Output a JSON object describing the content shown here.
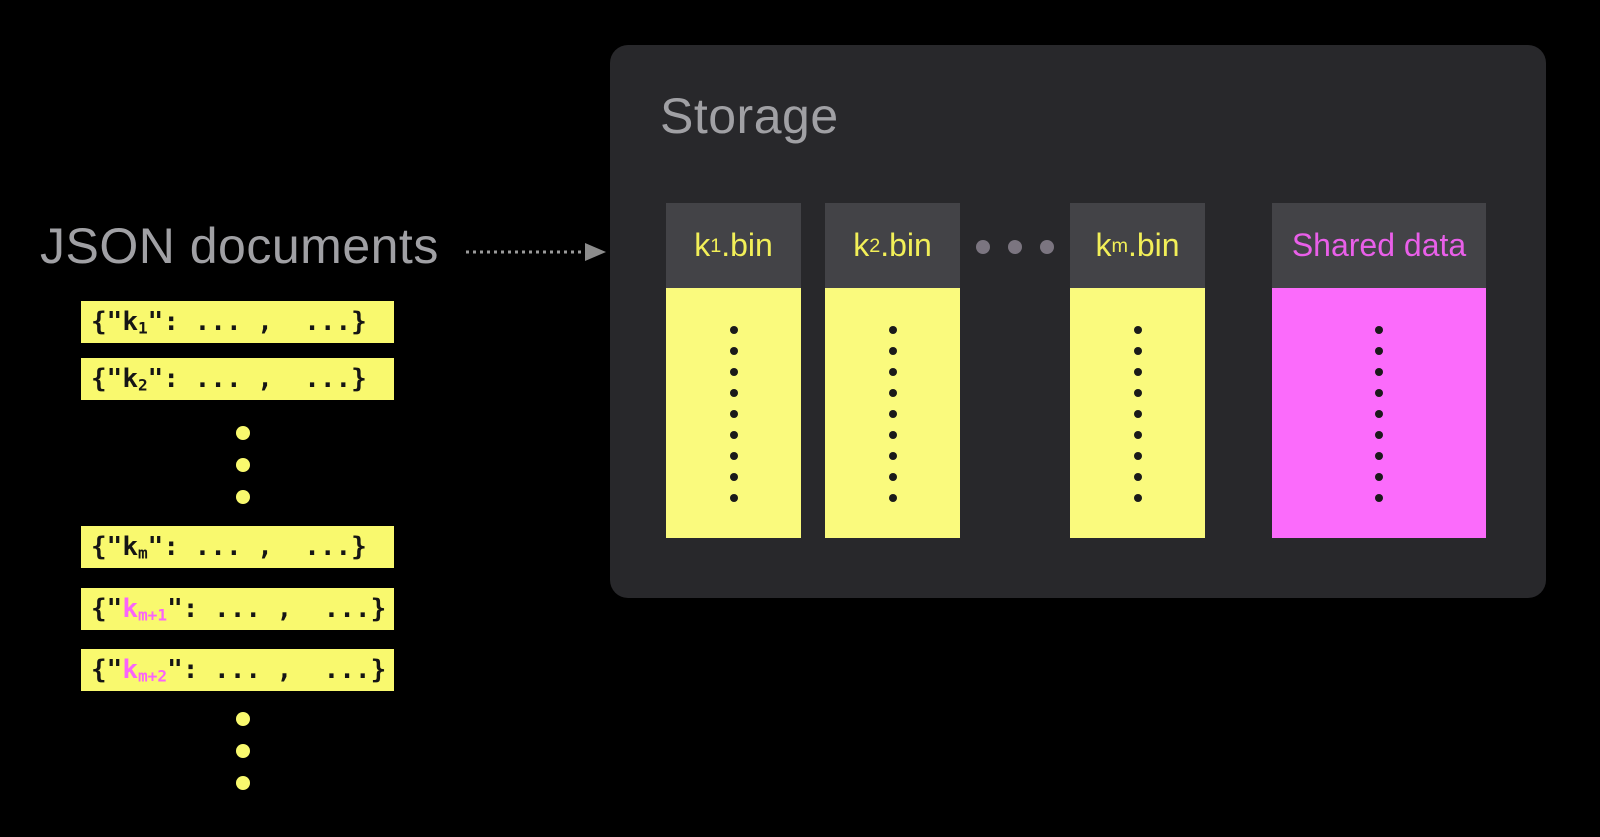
{
  "left": {
    "title": "JSON documents",
    "documents": [
      {
        "open": "{\"",
        "key": "k",
        "sub": "1",
        "close": "\": ... ,  ...}",
        "highlighted": false
      },
      {
        "open": "{\"",
        "key": "k",
        "sub": "2",
        "close": "\": ... ,  ...}",
        "highlighted": false
      },
      {
        "open": "{\"",
        "key": "k",
        "sub": "m",
        "close": "\": ... ,  ...}",
        "highlighted": false
      },
      {
        "open": "{\"",
        "key": "k",
        "sub": "m+1",
        "close": "\": ... ,  ...}",
        "highlighted": true
      },
      {
        "open": "{\"",
        "key": "k",
        "sub": "m+2",
        "close": "\": ... ,  ...}",
        "highlighted": true
      }
    ],
    "ellipsis_dot_count": 3
  },
  "arrow": {
    "direction": "right",
    "style": "dotted"
  },
  "storage": {
    "title": "Storage",
    "bins": [
      {
        "base": "k",
        "sub": "1",
        "suffix": ".bin"
      },
      {
        "base": "k",
        "sub": "2",
        "suffix": ".bin"
      },
      {
        "base": "k",
        "sub": "m",
        "suffix": ".bin"
      }
    ],
    "shared_label": "Shared data",
    "ellipsis_dot_count": 3,
    "column_dot_count": 9
  },
  "colors": {
    "background": "#000000",
    "panel_bg": "#28282B",
    "bin_header_bg": "#434347",
    "bin_yellow": "#FAFA7D",
    "bar_yellow": "#F9F96E",
    "shared_magenta": "#FB6BFB",
    "shared_label_magenta": "#E95FE9",
    "key_highlight_pink": "#FA64FA",
    "bin_label_yellow": "#F2EF58",
    "title_gray": "#A0A0A4",
    "arrow_gray": "#9B9B9B",
    "ellipsis_gray": "#7B7580",
    "doc_text_dark": "#151515",
    "column_dot_dark": "#1A1A1A"
  }
}
